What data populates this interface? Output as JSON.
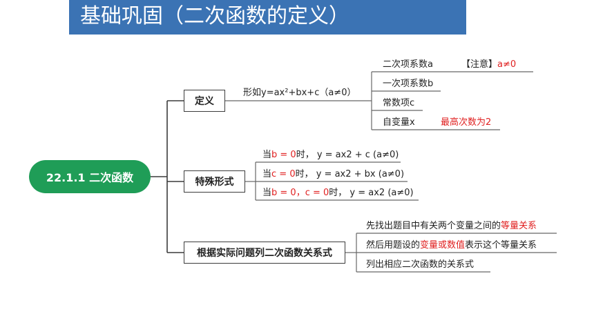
{
  "title": "基础巩固（二次函数的定义）",
  "root": "22.1.1 二次函数",
  "definition": {
    "label": "定义",
    "formula": "形如y=ax²+bx+c（a≠0）",
    "items": [
      {
        "text": "二次项系数a",
        "note_label": "【注意】",
        "note_value": "a≠0"
      },
      {
        "text": "一次项系数b"
      },
      {
        "text": "常数项c"
      },
      {
        "text": "自变量x",
        "note_value": "最高次数为2"
      }
    ]
  },
  "special": {
    "label": "特殊形式",
    "items": [
      {
        "pre": "当",
        "cond": "b = 0",
        "post": "时，  y = ax2 + c  (a≠0)"
      },
      {
        "pre": "当",
        "cond": "c = 0",
        "post": "时，  y = ax2 + bx   (a≠0)"
      },
      {
        "pre": "当",
        "cond": "b = 0，c = 0",
        "post": "时，  y = ax2   (a≠0)"
      }
    ]
  },
  "relation": {
    "label": "根据实际问题列二次函数关系式",
    "items": [
      {
        "pre": "先找出题目中有关两个变量之间的",
        "hl": "等量关系",
        "post": ""
      },
      {
        "pre": "然后用题设的",
        "hl": "变量或数值",
        "post": "表示这个等量关系"
      },
      {
        "pre": "列出相应二次函数的关系式",
        "hl": "",
        "post": ""
      }
    ]
  }
}
